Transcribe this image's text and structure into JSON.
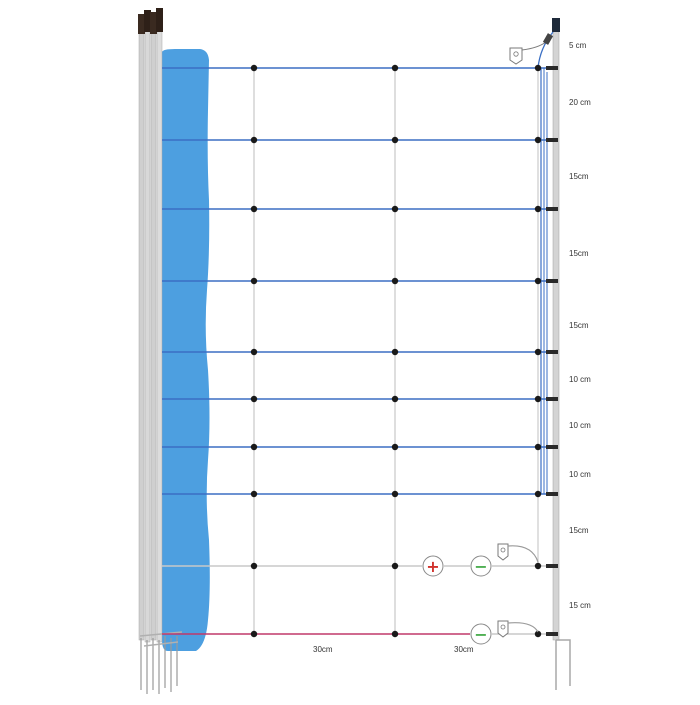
{
  "spacing_labels": [
    "5 cm",
    "20 cm",
    "15cm",
    "15cm",
    "15cm",
    "10 cm",
    "10 cm",
    "10 cm",
    "15cm",
    "15 cm"
  ],
  "width_labels": [
    "30cm",
    "30cm"
  ],
  "symbols": {
    "plus": "+",
    "minus": "−"
  },
  "colors": {
    "net_fill": "#4d9fe0",
    "conductive_wire": "#3b6fc4",
    "earth_wire": "#c8c8c8",
    "bottom_wire": "#c0396a",
    "post": "#d0d0d0",
    "knot": "#1a1a1a",
    "plus": "#d0322c",
    "minus": "#4caf50"
  },
  "icons": [
    "fence-post-icon",
    "connector-clip-icon",
    "plus-icon",
    "minus-icon"
  ]
}
